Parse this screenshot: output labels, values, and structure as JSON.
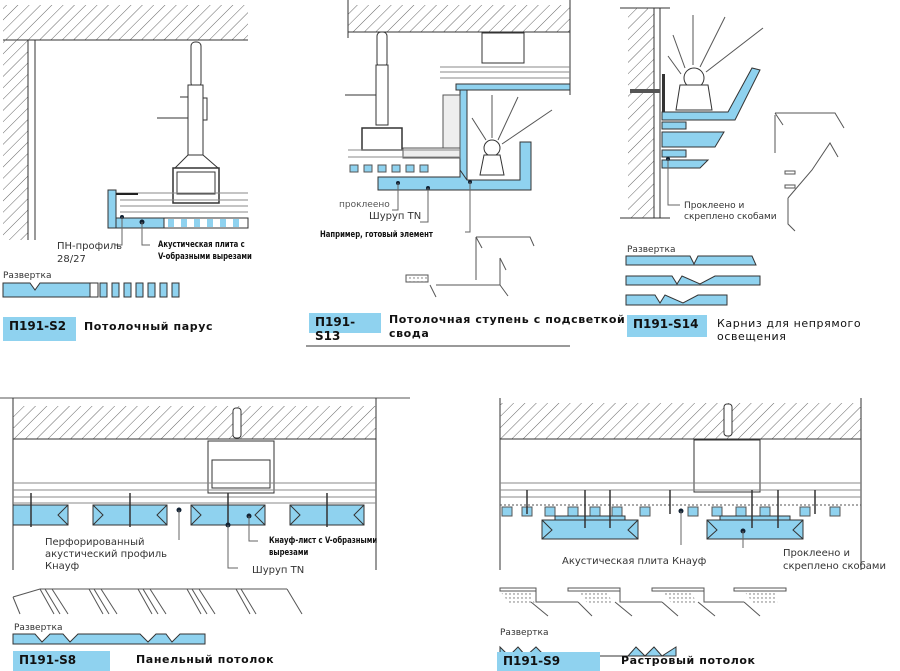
{
  "colors": {
    "panel_blue": "#8fd2ef",
    "line": "#333333",
    "hatch": "#555555"
  },
  "panels": [
    {
      "code": "П191-S2",
      "title": "Потолочный парус",
      "unfold_label": "Развертка",
      "labels": {
        "profile": "ПН-профиль",
        "profile_size": "28/27",
        "plate": "Акустическая плита с",
        "plate2": "V-образными вырезами"
      }
    },
    {
      "code": "П191-S13",
      "title": "Потолочная ступень с подсветкой",
      "title2": "свода",
      "labels": {
        "glued": "проклеено",
        "screw": "Шуруп TN",
        "example": "Например, готовый элемент"
      }
    },
    {
      "code": "П191-S14",
      "title": "Карниз для непрямого освещения",
      "unfold_label": "Развертка",
      "labels": {
        "glued": "Проклеено и",
        "glued2": "скреплено скобами"
      }
    },
    {
      "code": "П191-S8",
      "title": "Панельный потолок",
      "unfold_label": "Развертка",
      "labels": {
        "profile": "Перфорированный",
        "profile2": "акустический профиль",
        "profile3": "Кнауф",
        "sheet": "Кнауф-лист с V-образными",
        "sheet2": "вырезами",
        "screw": "Шуруп TN"
      }
    },
    {
      "code": "П191-S9",
      "title": "Растровый потолок",
      "unfold_label": "Развертка",
      "labels": {
        "plate": "Акустическая плита Кнауф",
        "glued": "Проклеено и",
        "glued2": "скреплено скобами"
      }
    }
  ]
}
